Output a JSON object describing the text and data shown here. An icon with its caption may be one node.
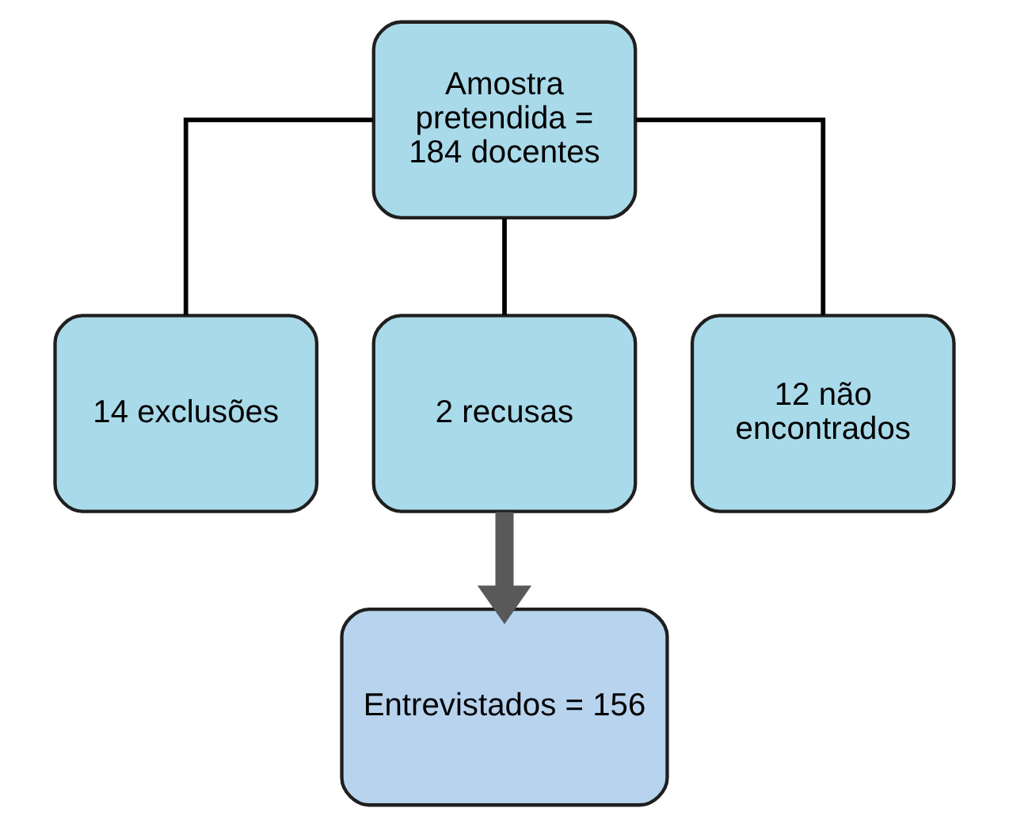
{
  "diagram": {
    "nodes": [
      {
        "text": [
          "Amostra pretendida = 184 docentes"
        ]
      },
      {
        "text": [
          "14 exclusões"
        ]
      },
      {
        "text": [
          "2 recusas"
        ]
      },
      {
        "text": [
          "12 não encontrados"
        ]
      },
      {
        "text": [
          "Entrevistados = 156"
        ]
      }
    ],
    "edges": [
      {
        "from": 0,
        "to": 1,
        "arrow": "none"
      },
      {
        "from": 0,
        "to": 2,
        "arrow": "none"
      },
      {
        "from": 0,
        "to": 3,
        "arrow": "none"
      },
      {
        "from": 2,
        "to": 4,
        "arrow": "to",
        "style": "thick",
        "color": "#595959"
      }
    ]
  }
}
